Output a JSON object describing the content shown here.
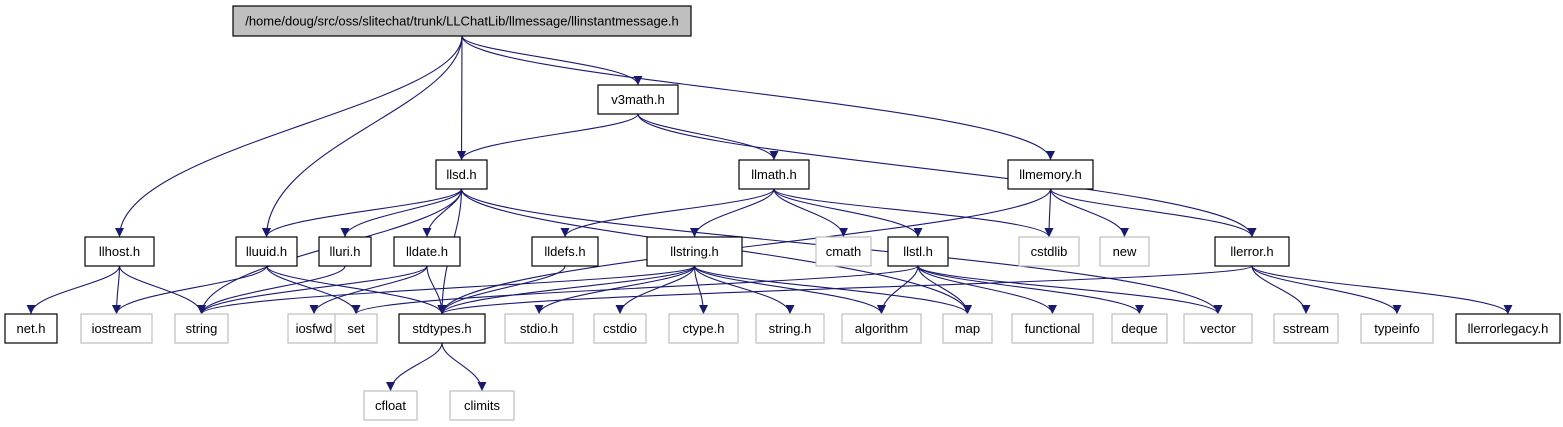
{
  "colors": {
    "edge": "#191970",
    "root_fill": "#bfbfbf",
    "box_stroke": "#000000",
    "gray_stroke": "#bfbfbf",
    "box_fill": "#ffffff"
  },
  "nodes": [
    {
      "id": "root",
      "label": "/home/doug/src/oss/slitechat/trunk/LLChatLib/llmessage/llinstantmessage.h",
      "style": "root"
    },
    {
      "id": "v3math",
      "label": "v3math.h",
      "style": "box"
    },
    {
      "id": "llsd",
      "label": "llsd.h",
      "style": "box"
    },
    {
      "id": "llmath",
      "label": "llmath.h",
      "style": "box"
    },
    {
      "id": "llmemory",
      "label": "llmemory.h",
      "style": "box"
    },
    {
      "id": "llhost",
      "label": "llhost.h",
      "style": "box"
    },
    {
      "id": "lluuid",
      "label": "lluuid.h",
      "style": "box"
    },
    {
      "id": "lluri",
      "label": "lluri.h",
      "style": "box"
    },
    {
      "id": "lldate",
      "label": "lldate.h",
      "style": "box"
    },
    {
      "id": "lldefs",
      "label": "lldefs.h",
      "style": "box"
    },
    {
      "id": "llstring",
      "label": "llstring.h",
      "style": "box"
    },
    {
      "id": "cmath",
      "label": "cmath",
      "style": "gray"
    },
    {
      "id": "llstl",
      "label": "llstl.h",
      "style": "box"
    },
    {
      "id": "cstdlib",
      "label": "cstdlib",
      "style": "gray"
    },
    {
      "id": "new",
      "label": "new",
      "style": "gray"
    },
    {
      "id": "llerror",
      "label": "llerror.h",
      "style": "box"
    },
    {
      "id": "neth",
      "label": "net.h",
      "style": "box"
    },
    {
      "id": "iostream",
      "label": "iostream",
      "style": "gray"
    },
    {
      "id": "string",
      "label": "string",
      "style": "gray"
    },
    {
      "id": "iosfwd",
      "label": "iosfwd",
      "style": "gray"
    },
    {
      "id": "set",
      "label": "set",
      "style": "gray"
    },
    {
      "id": "stdtypes",
      "label": "stdtypes.h",
      "style": "box"
    },
    {
      "id": "stdio",
      "label": "stdio.h",
      "style": "gray"
    },
    {
      "id": "cstdio",
      "label": "cstdio",
      "style": "gray"
    },
    {
      "id": "ctype",
      "label": "ctype.h",
      "style": "gray"
    },
    {
      "id": "stringh",
      "label": "string.h",
      "style": "gray"
    },
    {
      "id": "algorithm",
      "label": "algorithm",
      "style": "gray"
    },
    {
      "id": "map",
      "label": "map",
      "style": "gray"
    },
    {
      "id": "functional",
      "label": "functional",
      "style": "gray"
    },
    {
      "id": "deque",
      "label": "deque",
      "style": "gray"
    },
    {
      "id": "vector",
      "label": "vector",
      "style": "gray"
    },
    {
      "id": "sstream",
      "label": "sstream",
      "style": "gray"
    },
    {
      "id": "typeinfo",
      "label": "typeinfo",
      "style": "gray"
    },
    {
      "id": "llerrorlegacy",
      "label": "llerrorlegacy.h",
      "style": "box"
    },
    {
      "id": "cfloat",
      "label": "cfloat",
      "style": "gray"
    },
    {
      "id": "climits",
      "label": "climits",
      "style": "gray"
    }
  ],
  "edges": [
    [
      "root",
      "v3math"
    ],
    [
      "root",
      "llsd"
    ],
    [
      "root",
      "llmemory"
    ],
    [
      "root",
      "llhost"
    ],
    [
      "root",
      "lluuid"
    ],
    [
      "v3math",
      "llsd"
    ],
    [
      "v3math",
      "llmath"
    ],
    [
      "v3math",
      "llerror"
    ],
    [
      "llsd",
      "string"
    ],
    [
      "llsd",
      "lluuid"
    ],
    [
      "llsd",
      "lluri"
    ],
    [
      "llsd",
      "lldate"
    ],
    [
      "llsd",
      "stdtypes"
    ],
    [
      "llsd",
      "map"
    ],
    [
      "llsd",
      "vector"
    ],
    [
      "llmath",
      "lldefs"
    ],
    [
      "llmath",
      "llstring"
    ],
    [
      "llmath",
      "cmath"
    ],
    [
      "llmath",
      "llstl"
    ],
    [
      "llmath",
      "cstdlib"
    ],
    [
      "llmemory",
      "stdtypes"
    ],
    [
      "llmemory",
      "cstdlib"
    ],
    [
      "llmemory",
      "new"
    ],
    [
      "llmemory",
      "llerror"
    ],
    [
      "llhost",
      "neth"
    ],
    [
      "llhost",
      "iostream"
    ],
    [
      "llhost",
      "string"
    ],
    [
      "lluuid",
      "iostream"
    ],
    [
      "lluuid",
      "set"
    ],
    [
      "lluuid",
      "stdtypes"
    ],
    [
      "lluri",
      "string"
    ],
    [
      "lldate",
      "string"
    ],
    [
      "lldate",
      "iosfwd"
    ],
    [
      "lldate",
      "stdtypes"
    ],
    [
      "lldefs",
      "stdtypes"
    ],
    [
      "llstring",
      "string"
    ],
    [
      "llstring",
      "stdtypes"
    ],
    [
      "llstring",
      "stdio"
    ],
    [
      "llstring",
      "cstdio"
    ],
    [
      "llstring",
      "ctype"
    ],
    [
      "llstring",
      "stringh"
    ],
    [
      "llstring",
      "algorithm"
    ],
    [
      "llstring",
      "map"
    ],
    [
      "llstl",
      "set"
    ],
    [
      "llstl",
      "algorithm"
    ],
    [
      "llstl",
      "map"
    ],
    [
      "llstl",
      "functional"
    ],
    [
      "llstl",
      "deque"
    ],
    [
      "llstl",
      "vector"
    ],
    [
      "llerror",
      "stdtypes"
    ],
    [
      "llerror",
      "sstream"
    ],
    [
      "llerror",
      "typeinfo"
    ],
    [
      "llerror",
      "llerrorlegacy"
    ],
    [
      "stdtypes",
      "cfloat"
    ],
    [
      "stdtypes",
      "climits"
    ]
  ]
}
